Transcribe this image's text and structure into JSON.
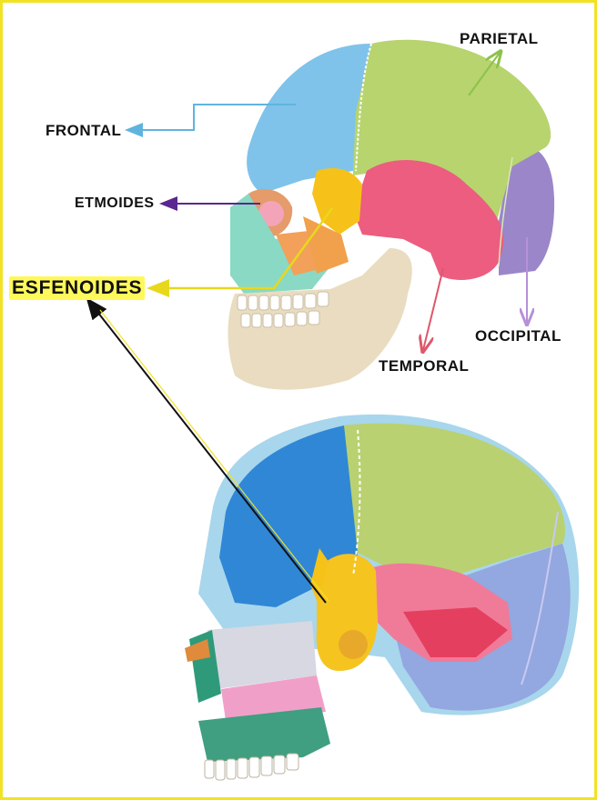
{
  "labels": {
    "parietal": "PARIETAL",
    "frontal": "FRONTAL",
    "etmoides": "ETMOIDES",
    "esfenoides": "ESFENOIDES",
    "occipital": "OCCIPITAL",
    "temporal": "TEMPORAL"
  },
  "colors": {
    "frontal": "#7ec3ea",
    "parietal": "#b9d874",
    "etmoides": "#6a2fa0",
    "esfenoides": "#f5c316",
    "occipital": "#a97fd0",
    "temporal": "#e9527a",
    "border": "#f2e224"
  }
}
